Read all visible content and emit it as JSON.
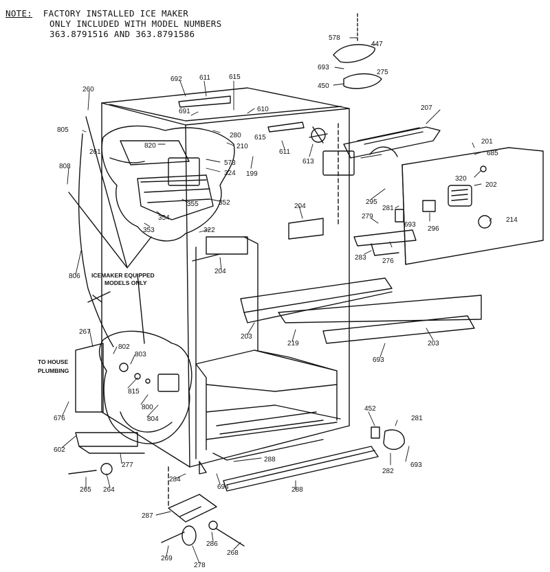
{
  "note": {
    "label": "NOTE:",
    "line1": "FACTORY INSTALLED ICE MAKER",
    "line2": "ONLY INCLUDED WITH MODEL NUMBERS",
    "line3": "363.8791516 AND 363.8791586"
  },
  "captions": {
    "icemaker_line1": "ICEMAKER EQUIPPED",
    "icemaker_line2": "MODELS ONLY",
    "plumbing_line1": "TO HOUSE",
    "plumbing_line2": "PLUMBING"
  },
  "parts": [
    {
      "id": "578",
      "label": "578"
    },
    {
      "id": "447",
      "label": "447"
    },
    {
      "id": "693a",
      "label": "693"
    },
    {
      "id": "275",
      "label": "275"
    },
    {
      "id": "450",
      "label": "450"
    },
    {
      "id": "260",
      "label": "260"
    },
    {
      "id": "692",
      "label": "692"
    },
    {
      "id": "611a",
      "label": "611"
    },
    {
      "id": "615a",
      "label": "615"
    },
    {
      "id": "207",
      "label": "207"
    },
    {
      "id": "691",
      "label": "691"
    },
    {
      "id": "610",
      "label": "610"
    },
    {
      "id": "805",
      "label": "805"
    },
    {
      "id": "280",
      "label": "280"
    },
    {
      "id": "615b",
      "label": "615"
    },
    {
      "id": "261",
      "label": "261"
    },
    {
      "id": "820",
      "label": "820"
    },
    {
      "id": "210",
      "label": "210"
    },
    {
      "id": "611b",
      "label": "611"
    },
    {
      "id": "685",
      "label": "685"
    },
    {
      "id": "201",
      "label": "201"
    },
    {
      "id": "573",
      "label": "573"
    },
    {
      "id": "613",
      "label": "613"
    },
    {
      "id": "324",
      "label": "324"
    },
    {
      "id": "199",
      "label": "199"
    },
    {
      "id": "808",
      "label": "808"
    },
    {
      "id": "320",
      "label": "320"
    },
    {
      "id": "202",
      "label": "202"
    },
    {
      "id": "295",
      "label": "295"
    },
    {
      "id": "355",
      "label": "355"
    },
    {
      "id": "352",
      "label": "352"
    },
    {
      "id": "204a",
      "label": "204"
    },
    {
      "id": "281a",
      "label": "281"
    },
    {
      "id": "354",
      "label": "354"
    },
    {
      "id": "296",
      "label": "296"
    },
    {
      "id": "214",
      "label": "214"
    },
    {
      "id": "279",
      "label": "279"
    },
    {
      "id": "693b",
      "label": "693"
    },
    {
      "id": "353",
      "label": "353"
    },
    {
      "id": "322",
      "label": "322"
    },
    {
      "id": "283",
      "label": "283"
    },
    {
      "id": "276",
      "label": "276"
    },
    {
      "id": "204b",
      "label": "204"
    },
    {
      "id": "806",
      "label": "806"
    },
    {
      "id": "203a",
      "label": "203"
    },
    {
      "id": "219",
      "label": "219"
    },
    {
      "id": "203b",
      "label": "203"
    },
    {
      "id": "267",
      "label": "267"
    },
    {
      "id": "802",
      "label": "802"
    },
    {
      "id": "803",
      "label": "803"
    },
    {
      "id": "693c",
      "label": "693"
    },
    {
      "id": "815",
      "label": "815"
    },
    {
      "id": "800",
      "label": "800"
    },
    {
      "id": "804",
      "label": "804"
    },
    {
      "id": "676",
      "label": "676"
    },
    {
      "id": "452",
      "label": "452"
    },
    {
      "id": "281b",
      "label": "281"
    },
    {
      "id": "602",
      "label": "602"
    },
    {
      "id": "277",
      "label": "277"
    },
    {
      "id": "288a",
      "label": "288"
    },
    {
      "id": "282",
      "label": "282"
    },
    {
      "id": "693d",
      "label": "693"
    },
    {
      "id": "284",
      "label": "284"
    },
    {
      "id": "694",
      "label": "694"
    },
    {
      "id": "265",
      "label": "265"
    },
    {
      "id": "264",
      "label": "264"
    },
    {
      "id": "288b",
      "label": "288"
    },
    {
      "id": "287",
      "label": "287"
    },
    {
      "id": "286",
      "label": "286"
    },
    {
      "id": "269",
      "label": "269"
    },
    {
      "id": "268",
      "label": "268"
    },
    {
      "id": "278",
      "label": "278"
    }
  ]
}
